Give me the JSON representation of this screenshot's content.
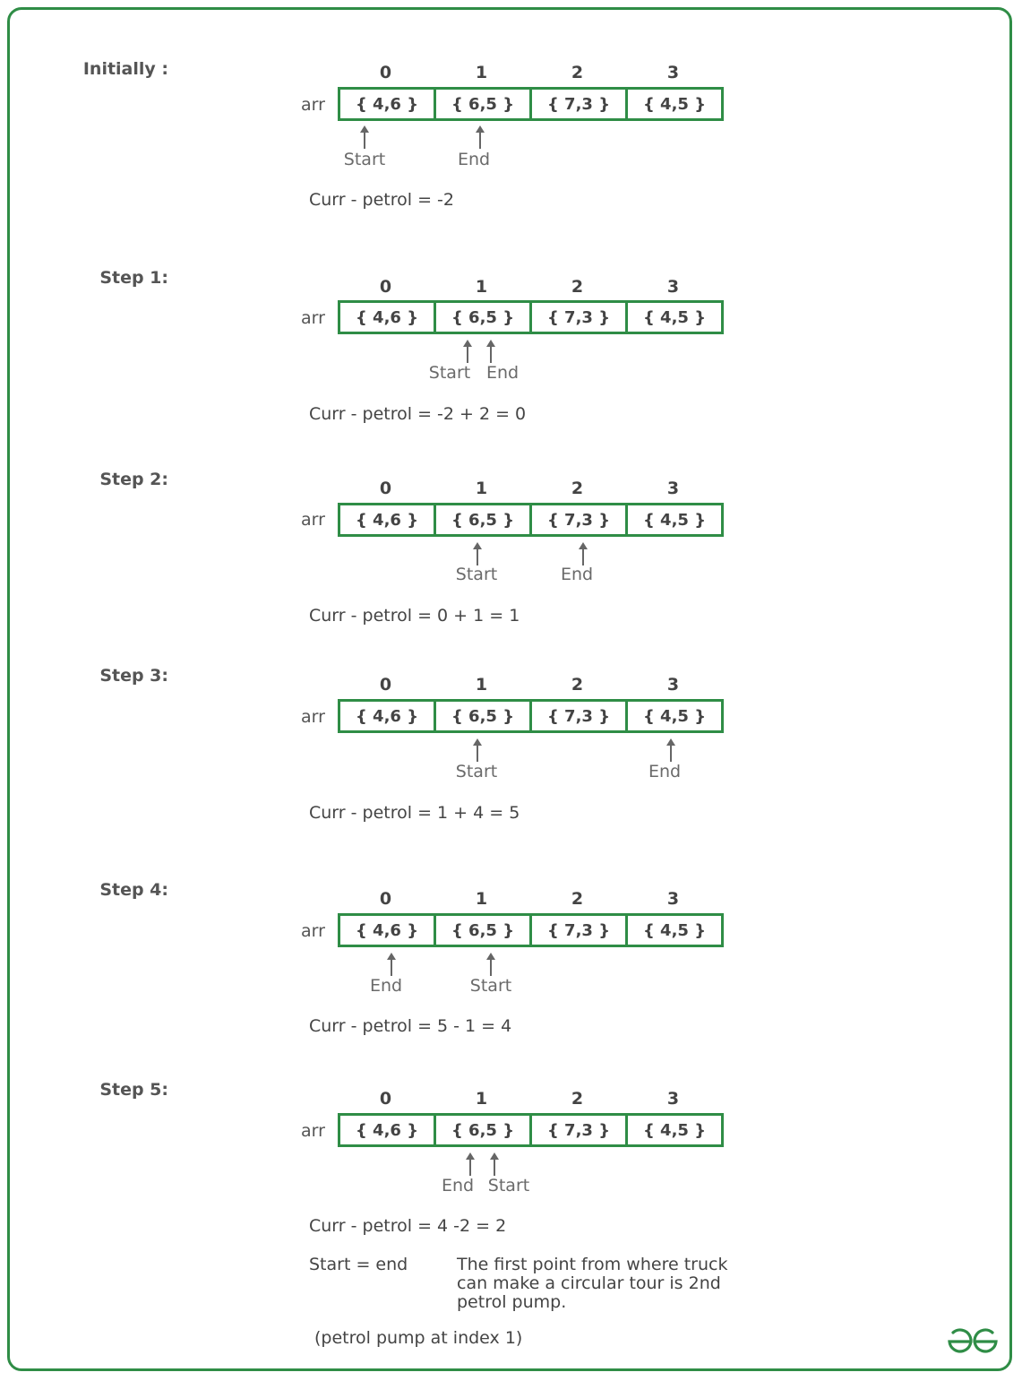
{
  "arr_label": "arr",
  "steps": [
    {
      "label": "Initially :",
      "indices": [
        "0",
        "1",
        "2",
        "3"
      ],
      "cells": [
        "{ 4,6 }",
        "{ 6,5 }",
        "{ 7,3 }",
        "{ 4,5 }"
      ],
      "pointers": [
        {
          "label": "Start"
        },
        {
          "label": "End"
        }
      ],
      "curr": "Curr - petrol = -2"
    },
    {
      "label": "Step 1:",
      "indices": [
        "0",
        "1",
        "2",
        "3"
      ],
      "cells": [
        "{ 4,6 }",
        "{ 6,5 }",
        "{ 7,3 }",
        "{ 4,5 }"
      ],
      "pointers": [
        {
          "label": "Start"
        },
        {
          "label": "End"
        }
      ],
      "curr": "Curr - petrol = -2 + 2 = 0"
    },
    {
      "label": "Step 2:",
      "indices": [
        "0",
        "1",
        "2",
        "3"
      ],
      "cells": [
        "{ 4,6 }",
        "{ 6,5 }",
        "{ 7,3 }",
        "{ 4,5 }"
      ],
      "pointers": [
        {
          "label": "Start"
        },
        {
          "label": "End"
        }
      ],
      "curr": "Curr - petrol = 0 + 1 = 1"
    },
    {
      "label": "Step 3:",
      "indices": [
        "0",
        "1",
        "2",
        "3"
      ],
      "cells": [
        "{ 4,6 }",
        "{ 6,5 }",
        "{ 7,3 }",
        "{ 4,5 }"
      ],
      "pointers": [
        {
          "label": "Start"
        },
        {
          "label": "End"
        }
      ],
      "curr": "Curr - petrol = 1 + 4 = 5"
    },
    {
      "label": "Step 4:",
      "indices": [
        "0",
        "1",
        "2",
        "3"
      ],
      "cells": [
        "{ 4,6 }",
        "{ 6,5 }",
        "{ 7,3 }",
        "{ 4,5 }"
      ],
      "pointers": [
        {
          "label": "End"
        },
        {
          "label": "Start"
        }
      ],
      "curr": "Curr - petrol = 5 - 1 = 4"
    },
    {
      "label": "Step 5:",
      "indices": [
        "0",
        "1",
        "2",
        "3"
      ],
      "cells": [
        "{ 4,6 }",
        "{ 6,5 }",
        "{ 7,3 }",
        "{ 4,5 }"
      ],
      "pointers": [
        {
          "label": "End"
        },
        {
          "label": "Start"
        }
      ],
      "curr": "Curr - petrol = 4 -2 = 2"
    }
  ],
  "final": {
    "start_eq": "Start = end",
    "note_lines": [
      "The first point from where truck",
      "can make a circular tour is 2nd",
      "petrol pump."
    ],
    "index_note": "(petrol pump at index 1)"
  },
  "colors": {
    "accent": "#2f8d46",
    "text": "#444444",
    "pointer": "#666666"
  },
  "logo": {
    "name": "gfg-logo-icon",
    "text": "GG"
  }
}
